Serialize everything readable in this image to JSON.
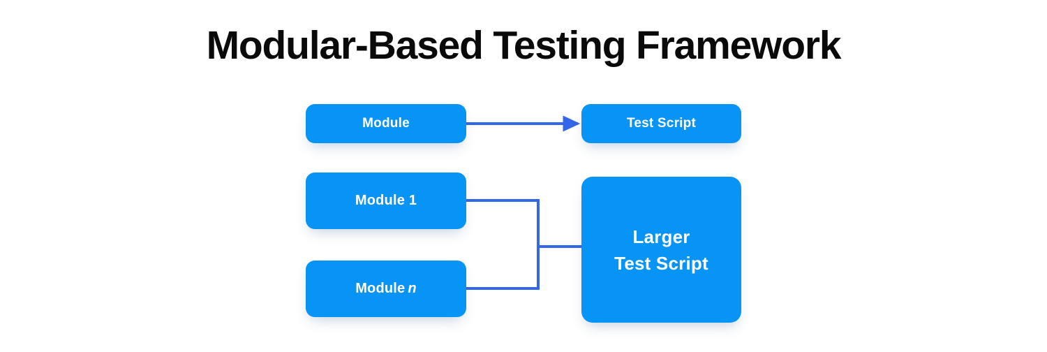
{
  "page": {
    "title": "Modular-Based Testing Framework",
    "background_color": "#ffffff"
  },
  "theme": {
    "box_fill": "#0894F5",
    "box_text": "#ffffff",
    "connector_line": "#3366E8",
    "title_color": "#0a0a0a"
  },
  "diagram": {
    "type": "flow-diagram",
    "rows": [
      {
        "id": "simple-module-row",
        "nodes": [
          {
            "id": "module-top",
            "label": "Module"
          },
          {
            "id": "test-script",
            "label": "Test Script"
          }
        ],
        "connector": {
          "kind": "arrow",
          "from": "module-top",
          "to": "test-script"
        }
      },
      {
        "id": "multi-module-row",
        "nodes": [
          {
            "id": "module-1",
            "label": "Module 1"
          },
          {
            "id": "module-n",
            "label_prefix": "Module",
            "label_italic": "n"
          },
          {
            "id": "larger-test-script",
            "label_line1": "Larger",
            "label_line2": "Test Script"
          }
        ],
        "connector": {
          "kind": "elbow-merge",
          "from": [
            "module-1",
            "module-n"
          ],
          "to": "larger-test-script"
        }
      }
    ]
  }
}
